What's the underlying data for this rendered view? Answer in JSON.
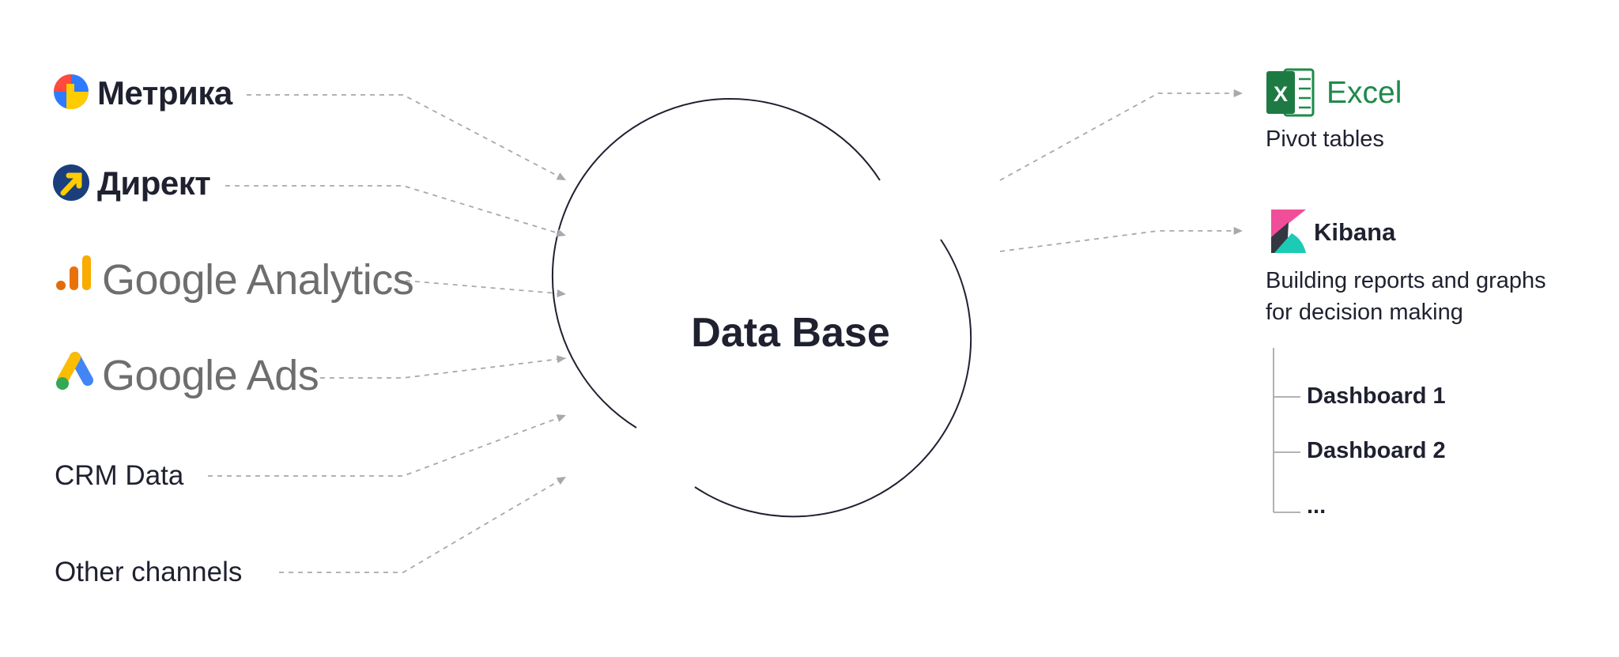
{
  "center": {
    "label": "Data Base"
  },
  "sources": {
    "metrika": {
      "label": "Метрика",
      "icon": "yandex-metrica-icon"
    },
    "direkt": {
      "label": "Директ",
      "icon": "yandex-direct-icon"
    },
    "google_analytics": {
      "brand": "Google",
      "product": "Analytics",
      "icon": "google-analytics-icon"
    },
    "google_ads": {
      "brand": "Google",
      "product": "Ads",
      "icon": "google-ads-icon"
    },
    "crm": {
      "label": "CRM Data"
    },
    "other": {
      "label": "Other channels"
    }
  },
  "outputs": {
    "excel": {
      "label": "Excel",
      "description": "Pivot tables",
      "icon": "excel-icon",
      "color": "#1e8a4a"
    },
    "kibana": {
      "label": "Kibana",
      "description_line1": "Building reports and graphs",
      "description_line2": "for decision making",
      "icon": "kibana-icon",
      "dashboards": [
        "Dashboard 1",
        "Dashboard 2",
        "..."
      ]
    }
  },
  "colors": {
    "text": "#1f2130",
    "connector": "#a8a8ad",
    "circle": "#1f2130",
    "google_gray": "#6e6e6e"
  }
}
